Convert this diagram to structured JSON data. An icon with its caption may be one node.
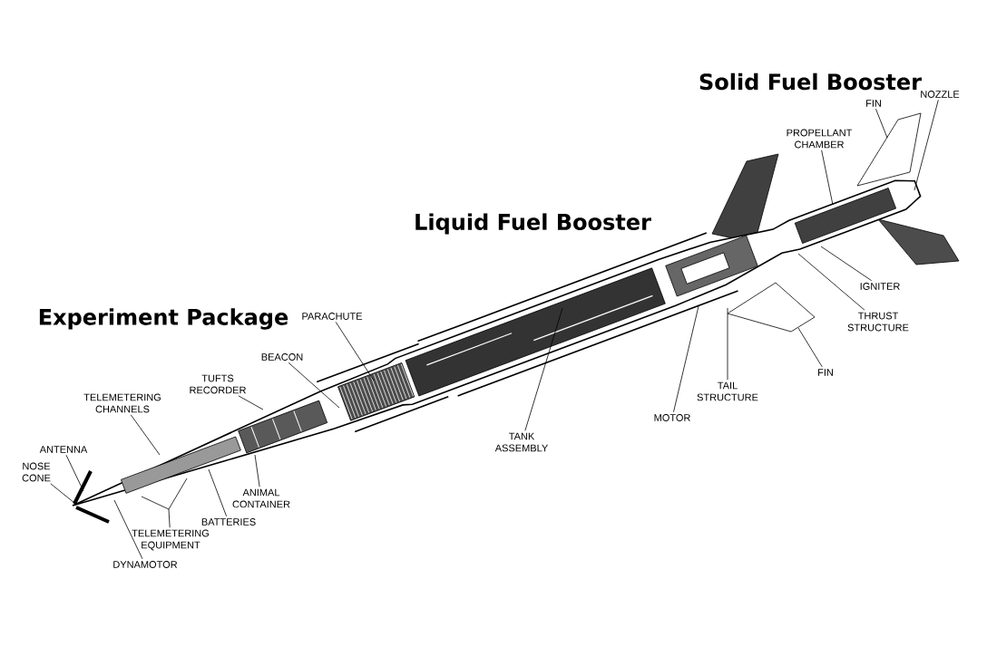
{
  "diagram": {
    "nodes": [
      {
        "text": [
          "NOSE CONE"
        ]
      },
      {
        "text": [
          "ANTENNA"
        ]
      },
      {
        "text": [
          "TELEMETERING CHANNELS"
        ]
      },
      {
        "text": [
          "TUFTS RECORDER"
        ]
      },
      {
        "text": [
          "BEACON"
        ]
      },
      {
        "text": [
          "PARACHUTE"
        ]
      },
      {
        "text": [
          "ANIMAL CONTAINER"
        ]
      },
      {
        "text": [
          "BATTERIES"
        ]
      },
      {
        "text": [
          "TELEMETERING EQUIPMENT"
        ]
      },
      {
        "text": [
          "DYNAMOTOR"
        ]
      },
      {
        "text": [
          "TANK ASSEMBLY"
        ]
      },
      {
        "text": [
          "MOTOR"
        ]
      },
      {
        "text": [
          "TAIL STRUCTURE"
        ]
      },
      {
        "text": [
          "FIN"
        ]
      },
      {
        "text": [
          "THRUST STRUCTURE"
        ]
      },
      {
        "text": [
          "IGNITER"
        ]
      },
      {
        "text": [
          "PROPELLANT CHAMBER"
        ]
      },
      {
        "text": [
          "FIN"
        ]
      },
      {
        "text": [
          "NOZZLE"
        ]
      }
    ],
    "edges": [
      {
        "from": 0,
        "to": null,
        "arrow": "none"
      },
      {
        "from": 1,
        "to": null,
        "arrow": "none"
      },
      {
        "from": 2,
        "to": null,
        "arrow": "none"
      },
      {
        "from": 3,
        "to": null,
        "arrow": "none"
      },
      {
        "from": 4,
        "to": null,
        "arrow": "none"
      },
      {
        "from": 5,
        "to": null,
        "arrow": "none"
      },
      {
        "from": 6,
        "to": null,
        "arrow": "none"
      },
      {
        "from": 7,
        "to": null,
        "arrow": "none"
      },
      {
        "from": 8,
        "to": null,
        "arrow": "none"
      },
      {
        "from": 9,
        "to": null,
        "arrow": "none"
      },
      {
        "from": 10,
        "to": null,
        "arrow": "none"
      },
      {
        "from": 11,
        "to": null,
        "arrow": "none"
      },
      {
        "from": 12,
        "to": null,
        "arrow": "none"
      },
      {
        "from": 13,
        "to": null,
        "arrow": "none"
      },
      {
        "from": 14,
        "to": null,
        "arrow": "none"
      },
      {
        "from": 15,
        "to": null,
        "arrow": "none"
      },
      {
        "from": 16,
        "to": null,
        "arrow": "none"
      },
      {
        "from": 17,
        "to": null,
        "arrow": "none"
      },
      {
        "from": 18,
        "to": null,
        "arrow": "none"
      }
    ],
    "labels": [
      "Solid Fuel Booster",
      "Liquid Fuel Booster",
      "Experiment Package"
    ]
  }
}
